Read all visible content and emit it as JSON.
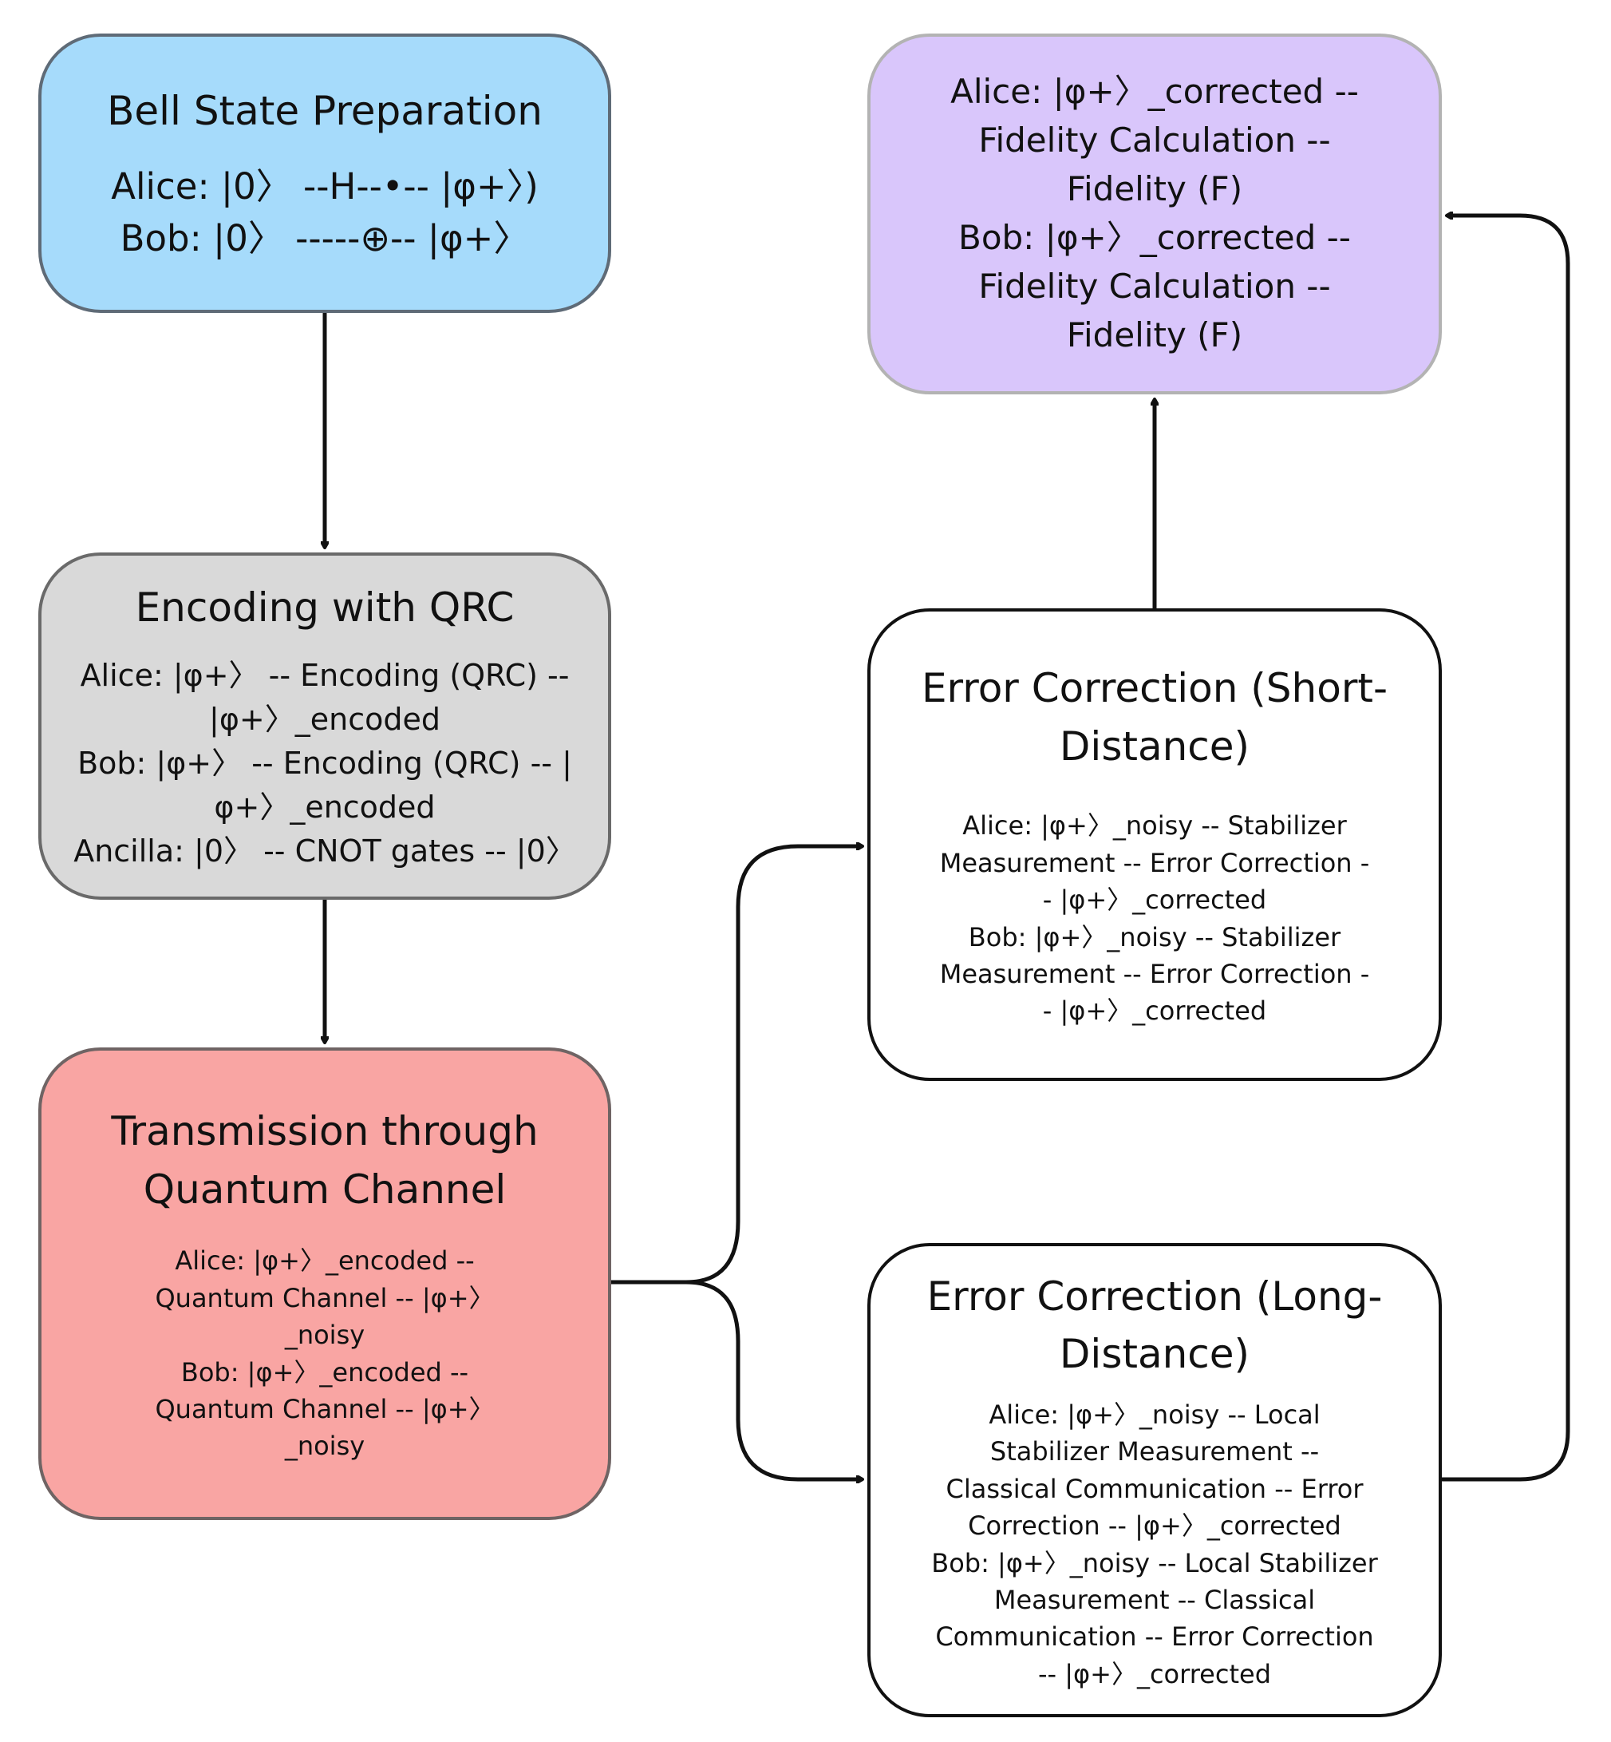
{
  "diagram": {
    "nodes": {
      "bell": {
        "title": "Bell State Preparation",
        "lines": [
          "Alice: |0〉 --H--•-- |φ+〉)",
          "Bob:  |0〉 -----⊕-- |φ+〉"
        ]
      },
      "encoding": {
        "title": "Encoding with QRC",
        "lines": [
          "Alice: |φ+〉 -- Encoding (QRC) -- |φ+〉_encoded",
          "Bob:  |φ+〉 -- Encoding (QRC) -- |φ+〉_encoded",
          "Ancilla: |0〉 -- CNOT gates -- |0〉"
        ]
      },
      "transmission": {
        "title": "Transmission through Quantum Channel",
        "lines": [
          "Alice: |φ+〉_encoded -- Quantum Channel -- |φ+〉_noisy",
          "Bob:  |φ+〉_encoded -- Quantum Channel -- |φ+〉_noisy"
        ]
      },
      "fidelity": {
        "title": "",
        "lines": [
          "Alice: |φ+〉_corrected -- Fidelity Calculation -- Fidelity (F)",
          "Bob:  |φ+〉_corrected -- Fidelity Calculation -- Fidelity (F)"
        ]
      },
      "ec_short": {
        "title": "Error Correction (Short-Distance)",
        "lines": [
          "Alice: |φ+〉_noisy -- Stabilizer Measurement -- Error Correction -- |φ+〉_corrected",
          "Bob:  |φ+〉_noisy -- Stabilizer Measurement -- Error Correction -- |φ+〉_corrected"
        ]
      },
      "ec_long": {
        "title": "Error Correction (Long-Distance)",
        "lines": [
          "Alice: |φ+〉_noisy -- Local Stabilizer Measurement -- Classical Communication -- Error Correction -- |φ+〉_corrected",
          "Bob:  |φ+〉_noisy -- Local Stabilizer Measurement -- Classical Communication -- Error Correction -- |φ+〉_corrected"
        ]
      }
    },
    "edges": [
      {
        "from": "bell",
        "to": "encoding"
      },
      {
        "from": "encoding",
        "to": "transmission"
      },
      {
        "from": "transmission",
        "to": "ec_short"
      },
      {
        "from": "transmission",
        "to": "ec_long"
      },
      {
        "from": "ec_short",
        "to": "fidelity"
      },
      {
        "from": "ec_long",
        "to": "fidelity"
      }
    ],
    "colors": {
      "bell": "#a6dbfb",
      "encoding": "#d9d9d9",
      "transmission": "#f9a5a3",
      "fidelity": "#d9c6fb",
      "ec_short": "#ffffff",
      "ec_long": "#ffffff",
      "arrow": "#111111"
    }
  }
}
